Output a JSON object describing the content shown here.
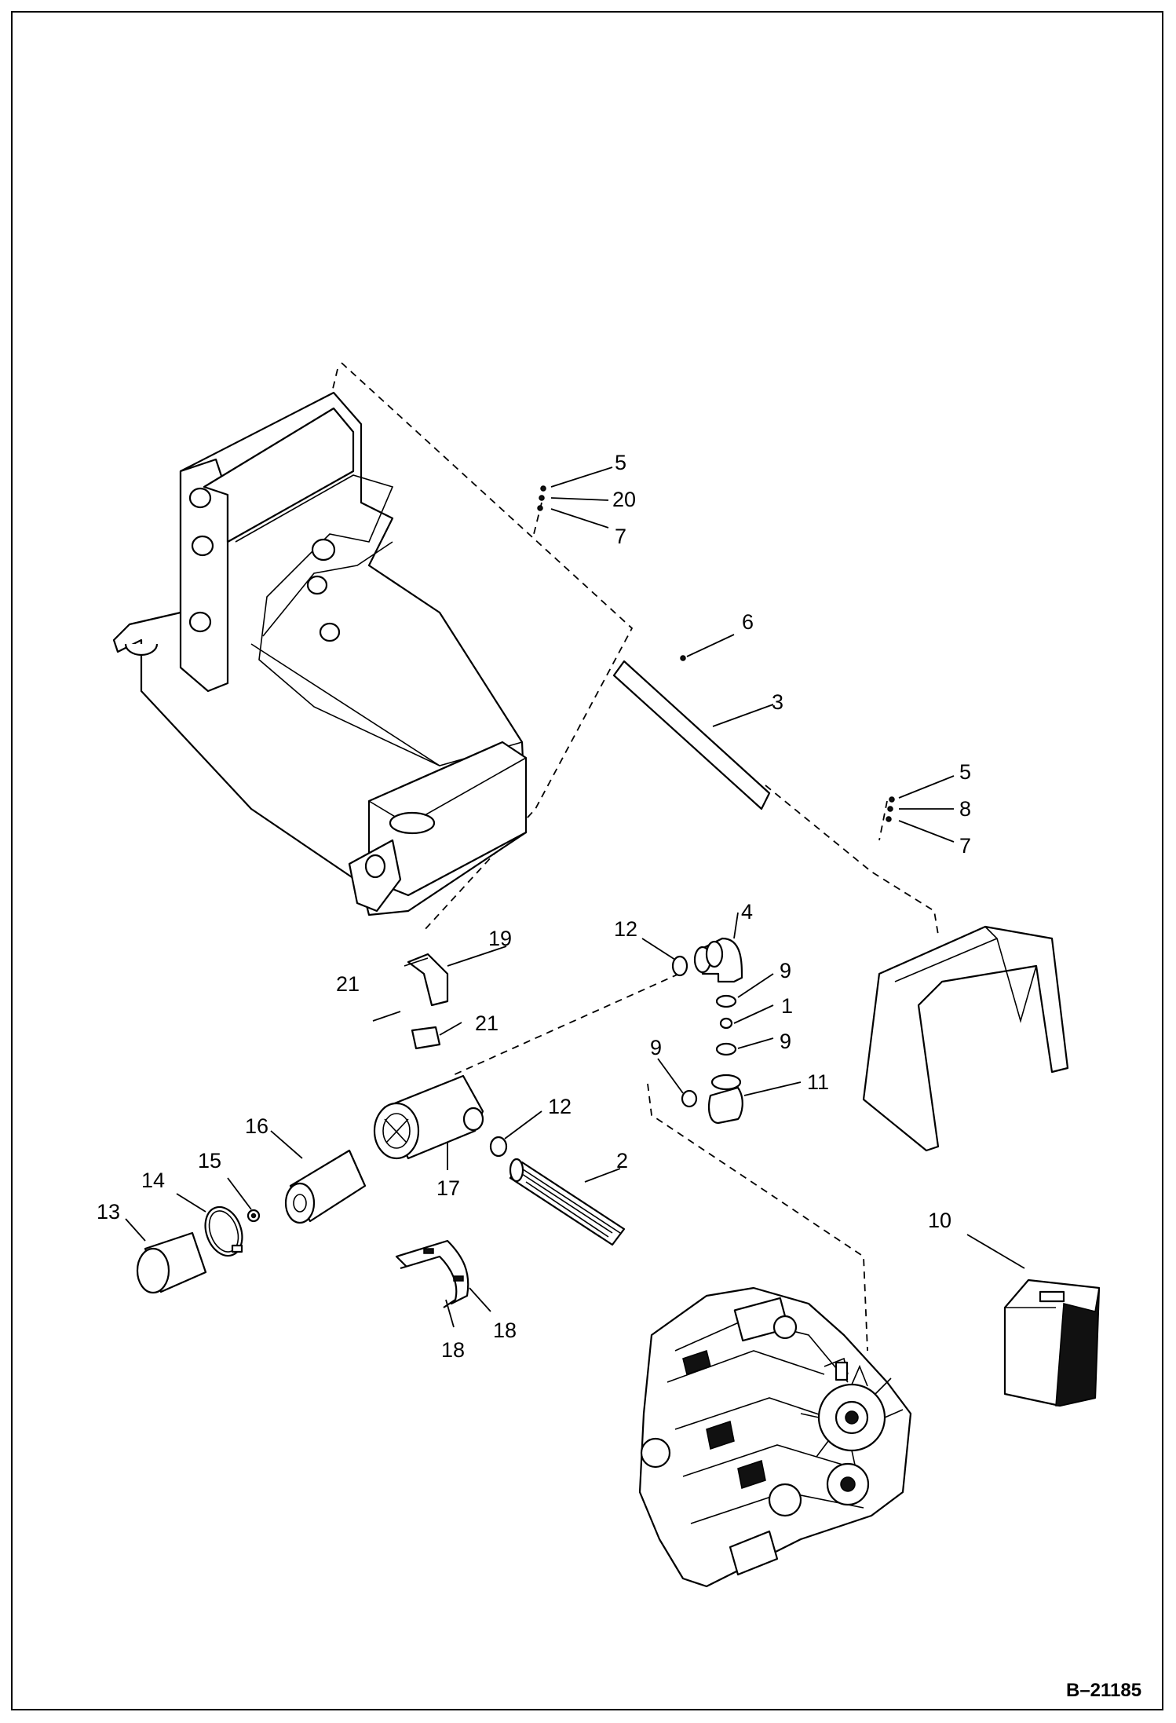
{
  "figure_id": "B–21185",
  "callouts": [
    {
      "id": "c5a",
      "text": "5"
    },
    {
      "id": "c20",
      "text": "20"
    },
    {
      "id": "c7a",
      "text": "7"
    },
    {
      "id": "c6",
      "text": "6"
    },
    {
      "id": "c3",
      "text": "3"
    },
    {
      "id": "c5b",
      "text": "5"
    },
    {
      "id": "c8",
      "text": "8"
    },
    {
      "id": "c7b",
      "text": "7"
    },
    {
      "id": "c4",
      "text": "4"
    },
    {
      "id": "c12a",
      "text": "12"
    },
    {
      "id": "c19",
      "text": "19"
    },
    {
      "id": "c9a",
      "text": "9"
    },
    {
      "id": "c21a",
      "text": "21"
    },
    {
      "id": "c1",
      "text": "1"
    },
    {
      "id": "c21b",
      "text": "21"
    },
    {
      "id": "c9b",
      "text": "9"
    },
    {
      "id": "c9c",
      "text": "9"
    },
    {
      "id": "c11",
      "text": "11"
    },
    {
      "id": "c12b",
      "text": "12"
    },
    {
      "id": "c16",
      "text": "16"
    },
    {
      "id": "c2",
      "text": "2"
    },
    {
      "id": "c15",
      "text": "15"
    },
    {
      "id": "c14",
      "text": "14"
    },
    {
      "id": "c17",
      "text": "17"
    },
    {
      "id": "c13",
      "text": "13"
    },
    {
      "id": "c10",
      "text": "10"
    },
    {
      "id": "c18a",
      "text": "18"
    },
    {
      "id": "c18b",
      "text": "18"
    }
  ]
}
